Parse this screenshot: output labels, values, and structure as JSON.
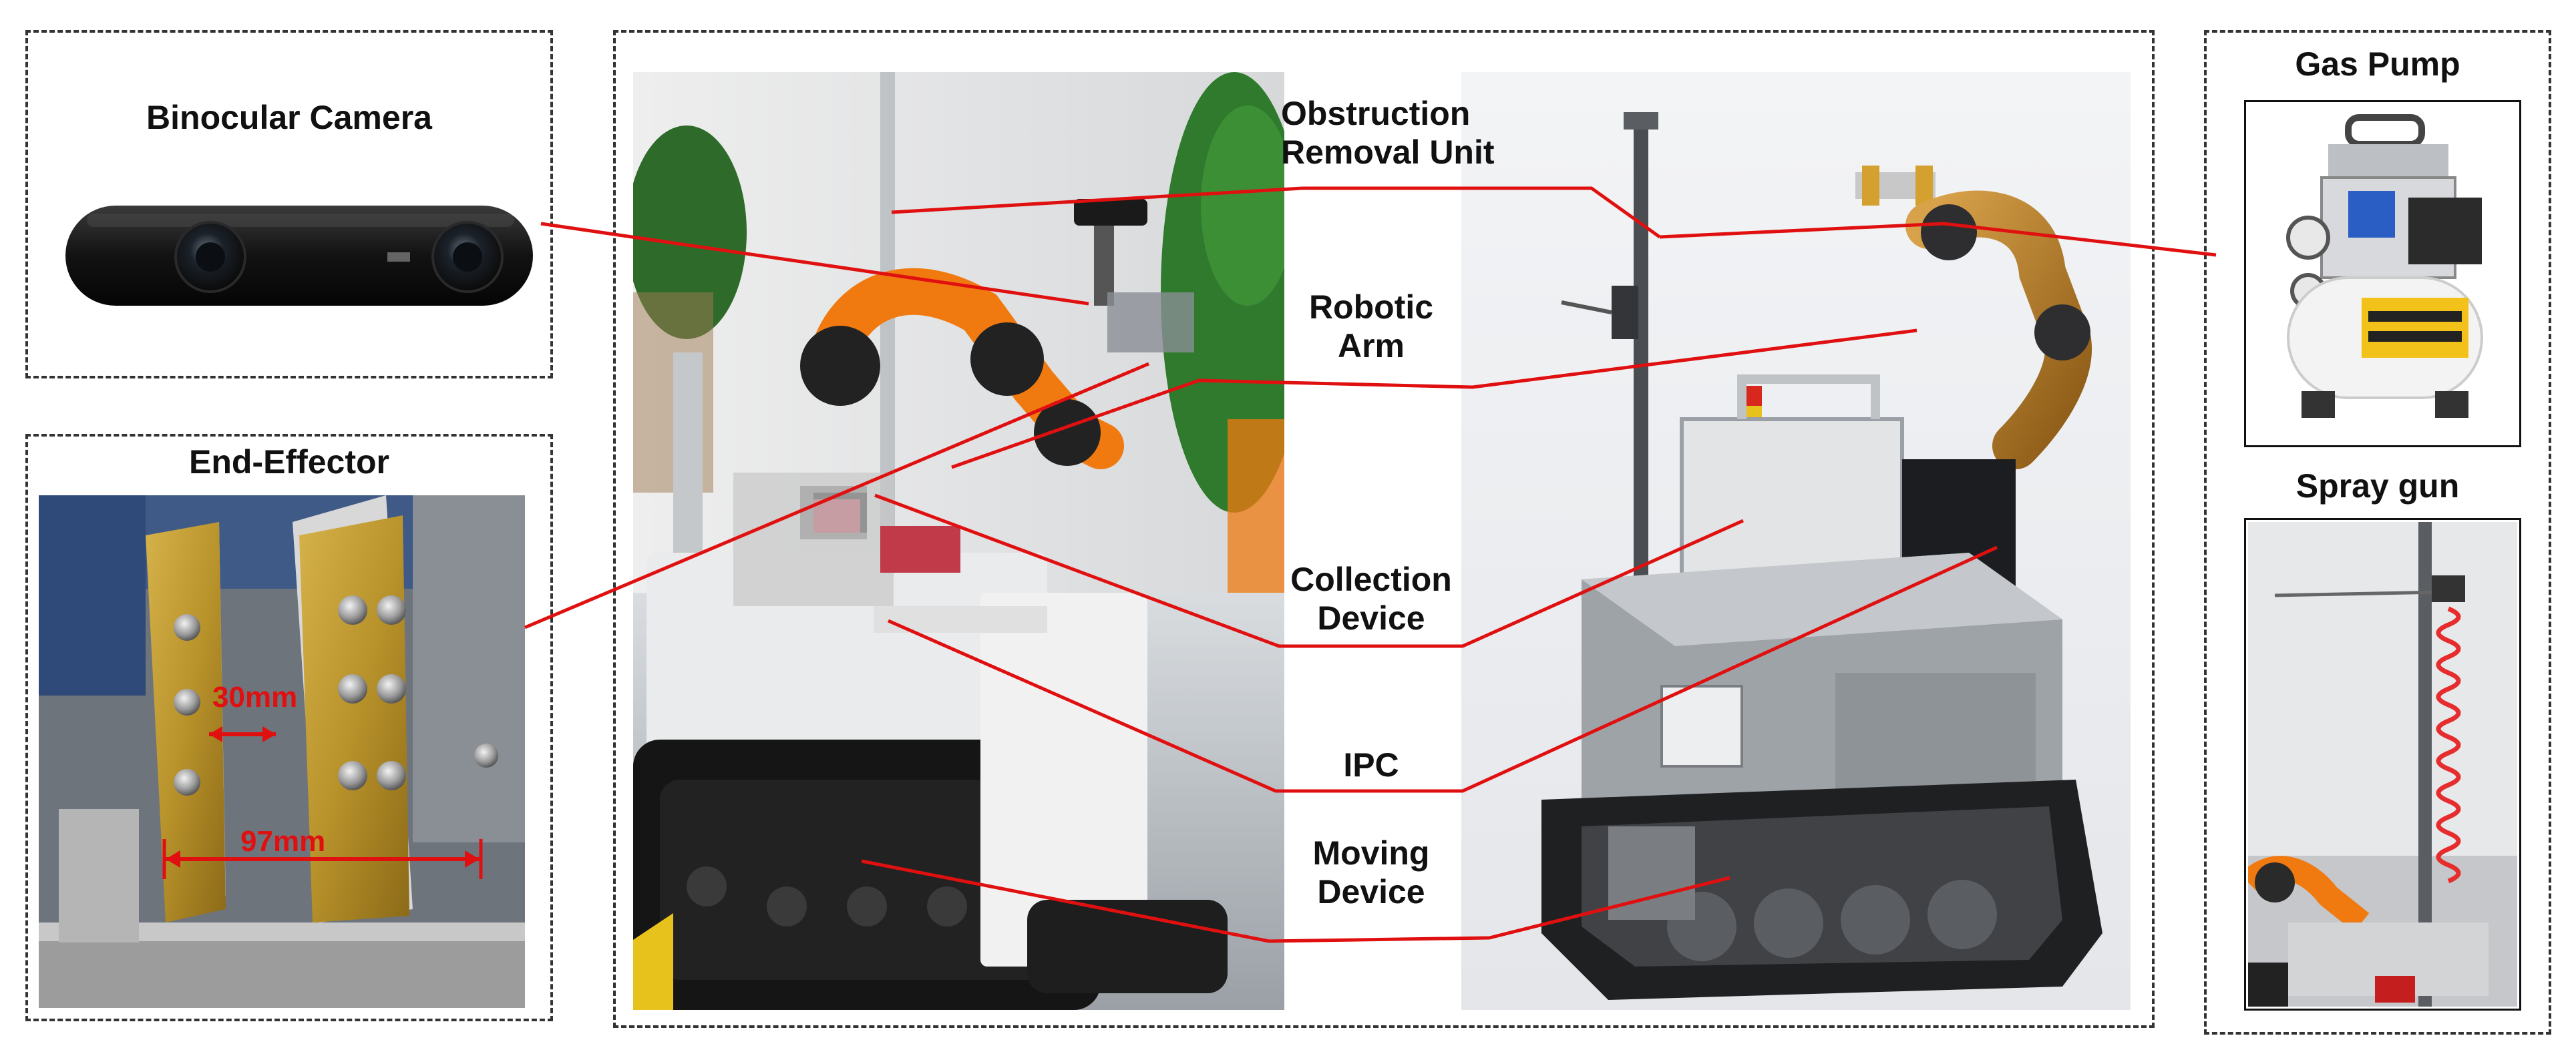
{
  "labels": {
    "binocular_camera": "Binocular Camera",
    "end_effector": "End-Effector",
    "obstruction_line1": "Obstruction",
    "obstruction_line2": "Removal Unit",
    "robotic_line1": "Robotic",
    "robotic_line2": "Arm",
    "collection_line1": "Collection",
    "collection_line2": "Device",
    "ipc": "IPC",
    "moving_line1": "Moving",
    "moving_line2": "Device",
    "gas_pump": "Gas Pump",
    "spray_gun": "Spray gun"
  },
  "dimensions": {
    "gap": "30mm",
    "width": "97mm"
  },
  "colors": {
    "callout": "#e01010",
    "border": "#333333"
  }
}
